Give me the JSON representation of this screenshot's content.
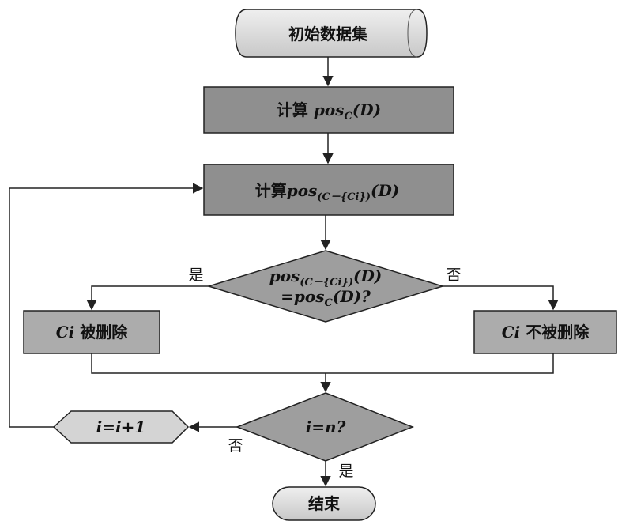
{
  "nodes": {
    "start": {
      "text": "初始数据集"
    },
    "compute_pos_c": {
      "prefix": "计算 ",
      "func": "pos",
      "sub": "C",
      "arg": "(D)"
    },
    "compute_pos_ci": {
      "prefix": "计算",
      "func": "pos",
      "sub": "(C－{Ci})",
      "arg": "(D)"
    },
    "decision_equal": {
      "line1_func": "pos",
      "line1_sub": "(C－{Ci})",
      "line1_arg": "(D)",
      "line2_prefix": "=",
      "line2_func": "pos",
      "line2_sub": "C",
      "line2_arg": "(D)?"
    },
    "ci_deleted": {
      "var": "Ci",
      "text": " 被删除"
    },
    "ci_not_deleted": {
      "var": "Ci",
      "text": " 不被删除"
    },
    "decision_n": {
      "text": "i=n?"
    },
    "increment": {
      "text": "i=i+1"
    },
    "end": {
      "text": "结束"
    }
  },
  "edge_labels": {
    "yes_left": "是",
    "no_right": "否",
    "no_bottom": "否",
    "yes_bottom": "是"
  },
  "colors": {
    "process_fill": "#8f8f8f",
    "process_light_fill": "#acacac",
    "terminal_fill": "#d9d9d9",
    "decision_fill": "#9e9e9e",
    "stroke": "#222222"
  }
}
